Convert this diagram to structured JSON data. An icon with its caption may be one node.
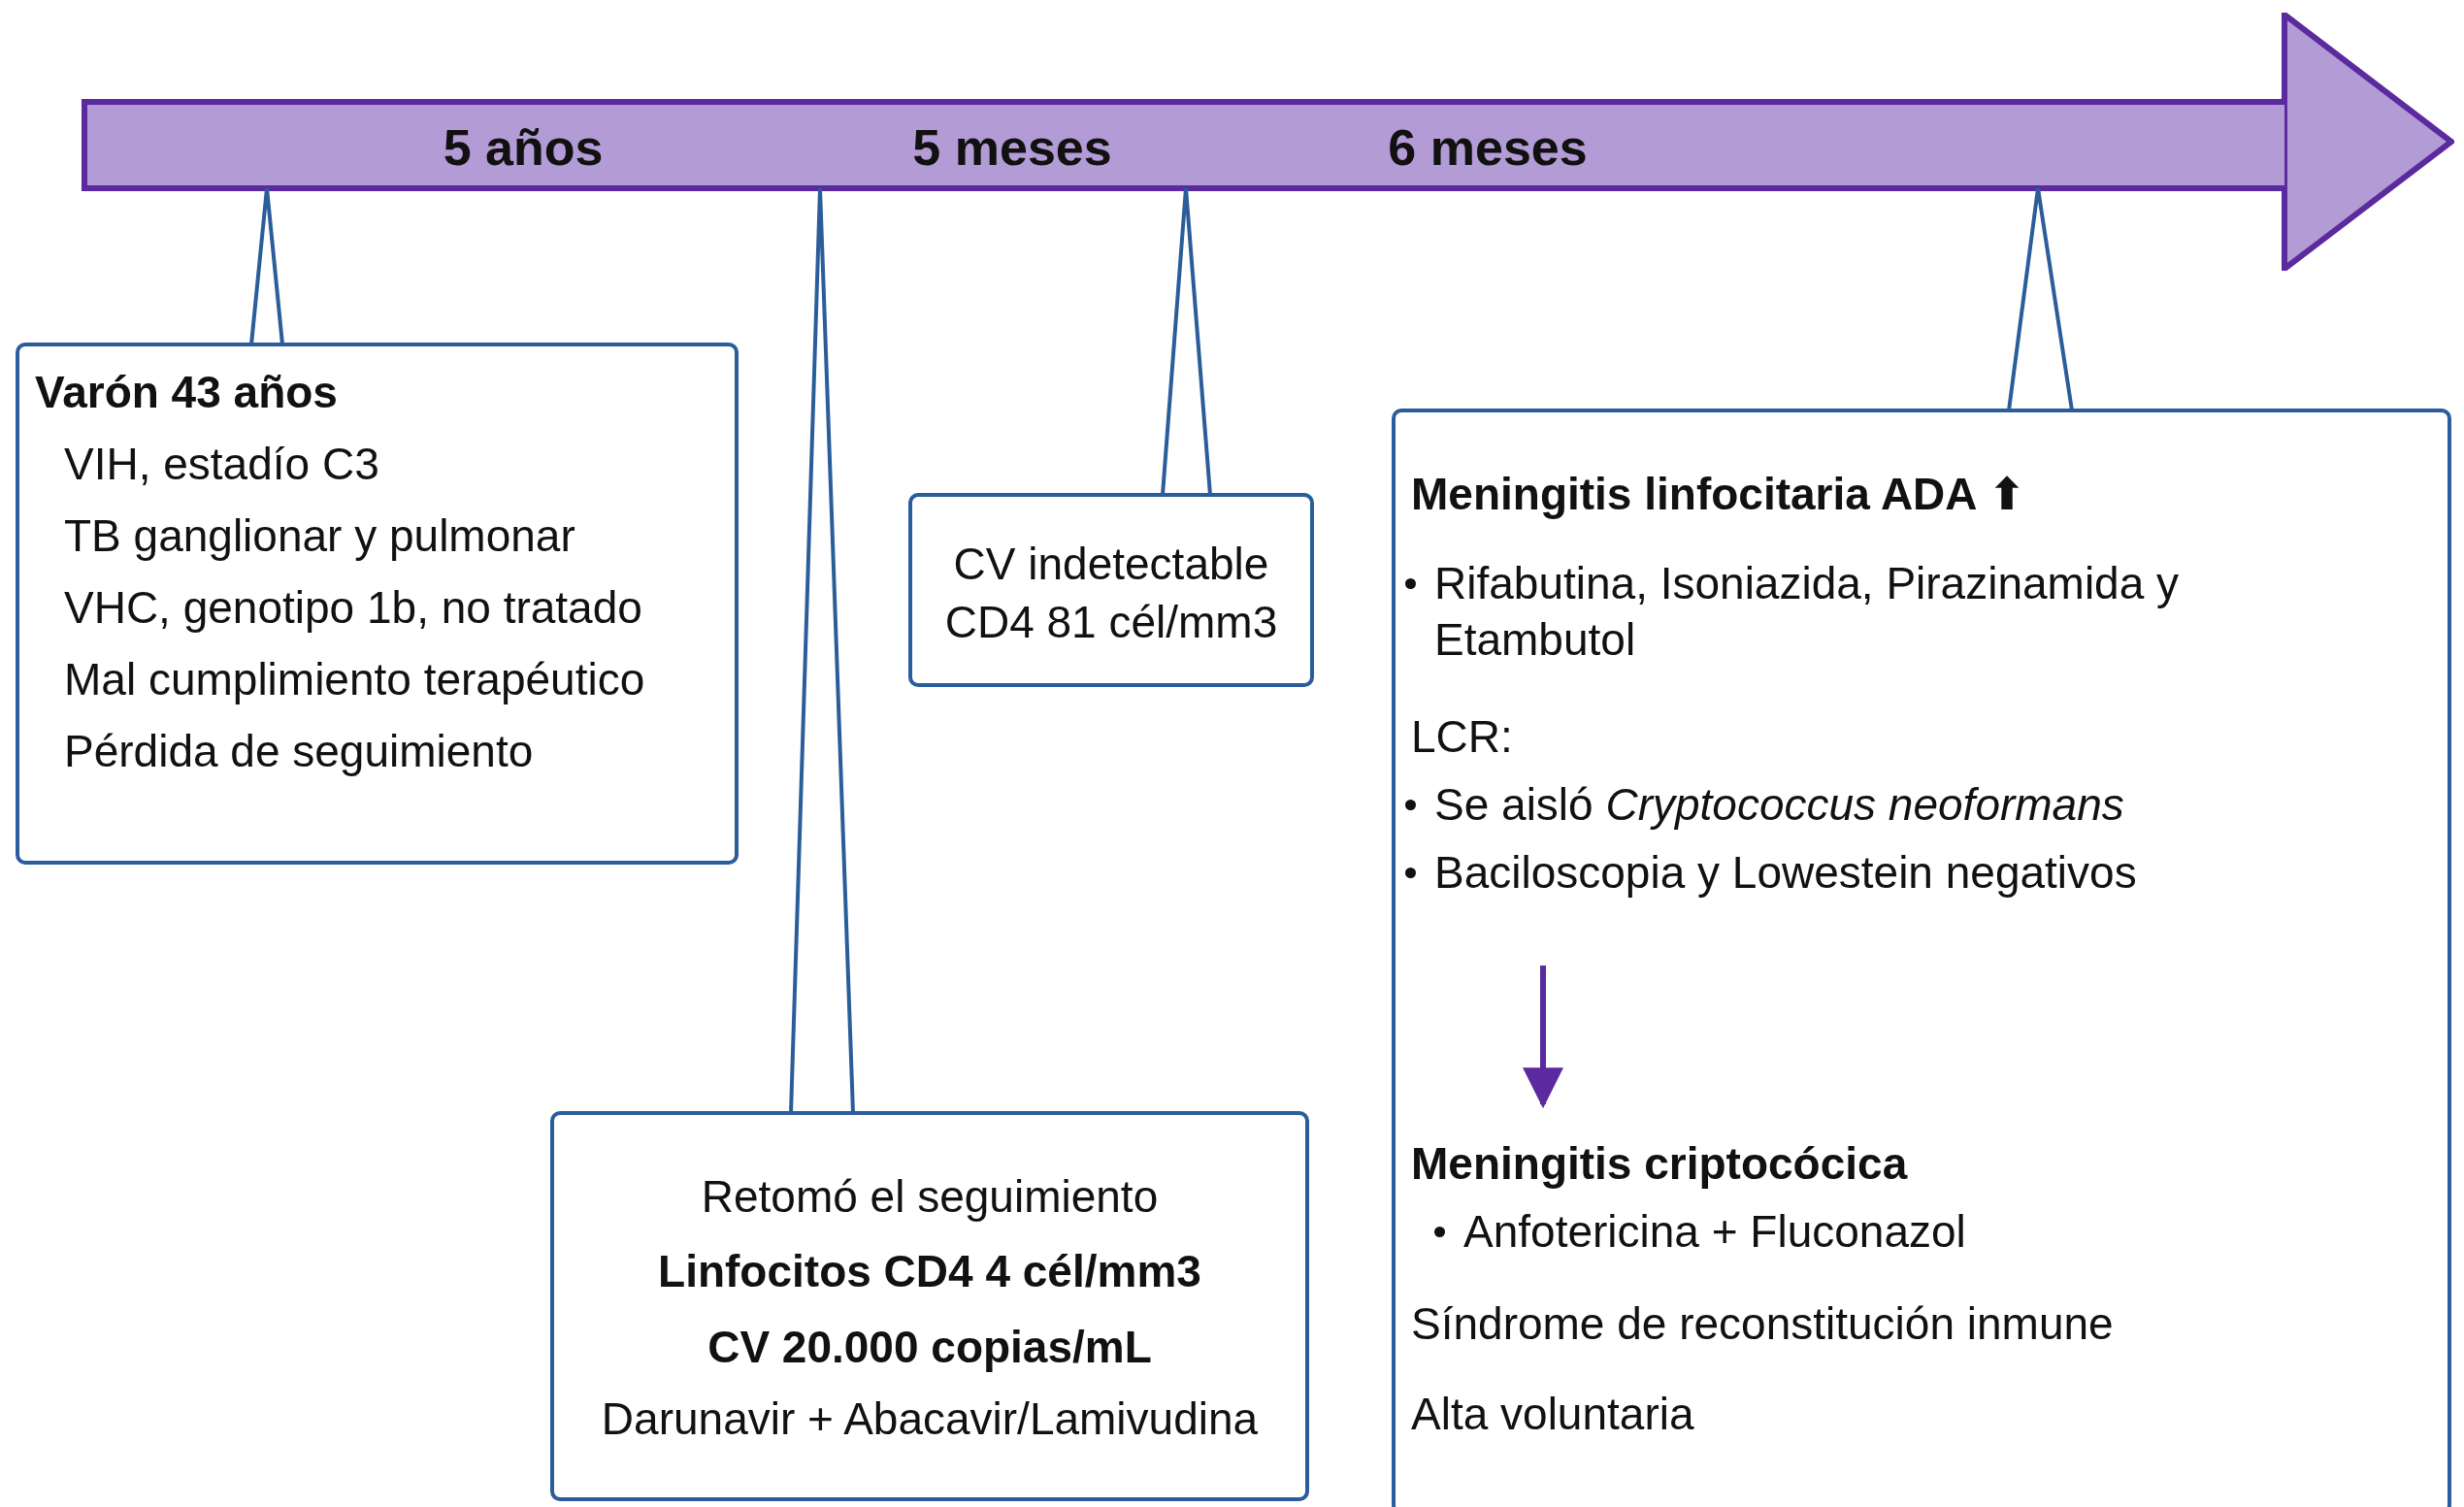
{
  "diagram": {
    "nodes": [
      {
        "text": [],
        "shape": "arrow"
      },
      {
        "text": [
          "Varón 43 años",
          "VIH, estadío C3",
          "TB ganglionar y pulmonar",
          "VHC, genotipo 1b, no tratado",
          "Mal cumplimiento terapéutico",
          "Pérdida de seguimiento"
        ]
      },
      {
        "text": [
          "Retomó el seguimiento",
          "Linfocitos CD4 4 cél/mm3",
          "CV  20.000 copias/mL",
          "Darunavir + Abacavir/Lamivudina"
        ]
      },
      {
        "text": [
          "CV indetectable",
          "CD4 81 cél/mm3"
        ]
      },
      {
        "text": [],
        "shape": "box"
      },
      {
        "text": [
          "Meningitis linfocitaria ADA ⬆",
          "Rifabutina, Isoniazida, Pirazinamida y Etambutol",
          "LCR:",
          "Se aisló *Cryptococcus neoformans*",
          "Baciloscopia y Lowestein negativos"
        ],
        "in": 4
      },
      {
        "text": [
          "Meningitis criptocócica",
          "Anfotericina + Fluconazol",
          "Síndrome de reconstitución inmune",
          "Alta voluntaria"
        ],
        "in": 4
      }
    ],
    "edges": [
      {
        "from": 1,
        "to": 0,
        "arrow": "none"
      },
      {
        "from": 2,
        "to": 0,
        "arrow": "none"
      },
      {
        "from": 3,
        "to": 0,
        "arrow": "none"
      },
      {
        "from": 4,
        "to": 0,
        "arrow": "none"
      },
      {
        "from": 5,
        "to": 6,
        "arrow": "to",
        "color": "#5b2a9e"
      }
    ],
    "labels": [
      "5 años",
      "5 meses",
      "6 meses"
    ]
  }
}
